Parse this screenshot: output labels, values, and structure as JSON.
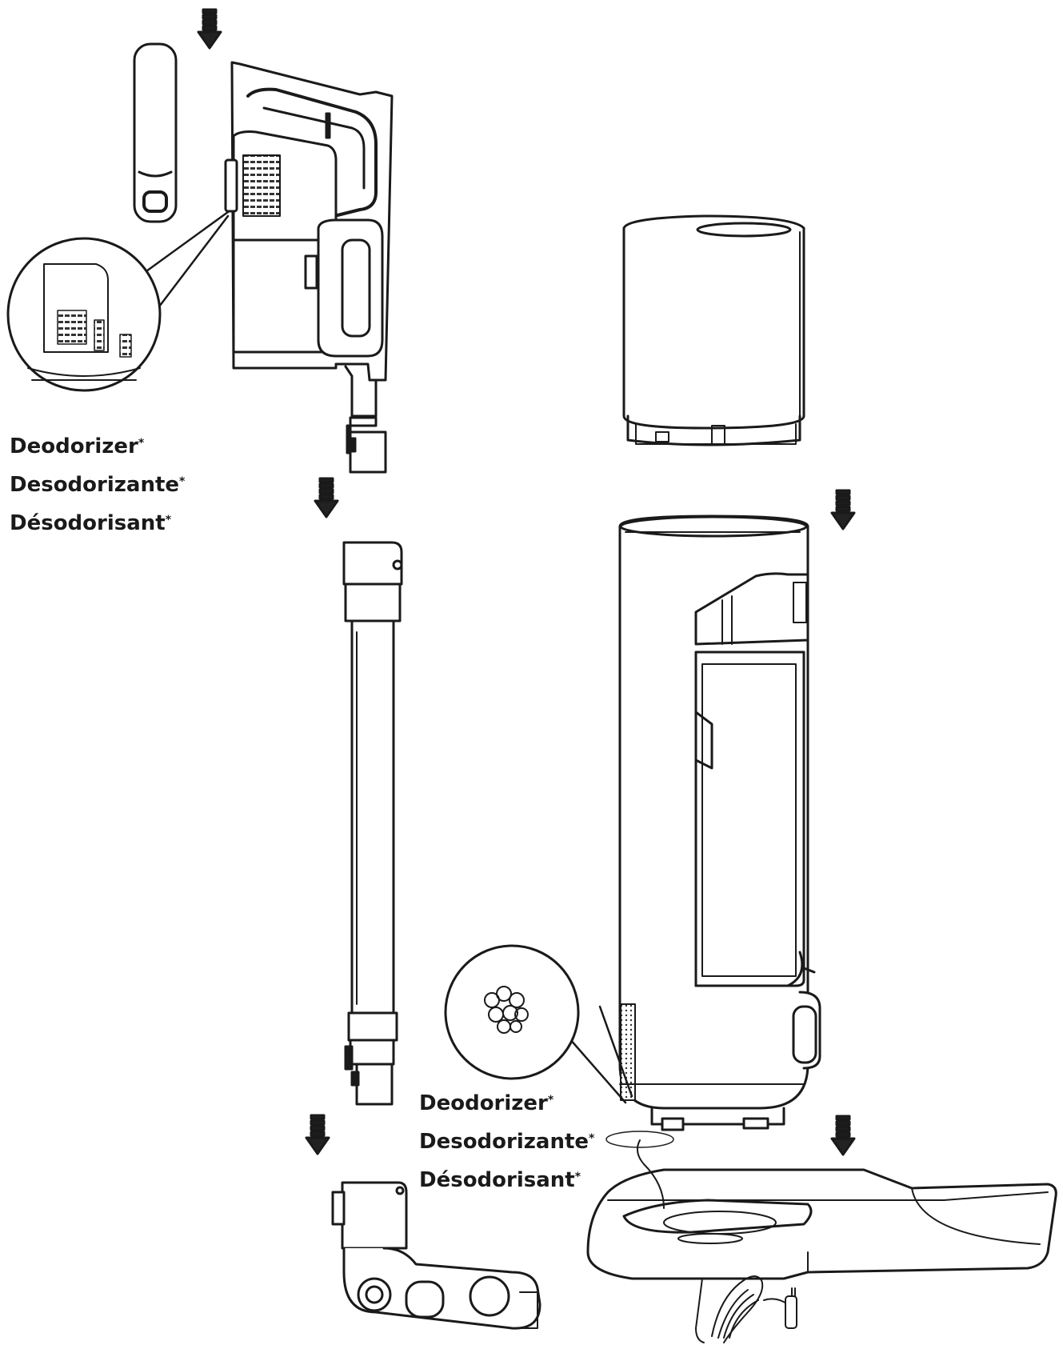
{
  "labels_top": [
    {
      "text": "Deodorizer",
      "mark": "*"
    },
    {
      "text": "Desodorizante",
      "mark": "*"
    },
    {
      "text": "Désodorisant",
      "mark": "*"
    }
  ],
  "labels_bottom": [
    {
      "text": "Deodorizer",
      "mark": "*"
    },
    {
      "text": "Desodorizante",
      "mark": "*"
    },
    {
      "text": "Désodorisant",
      "mark": "*"
    }
  ]
}
